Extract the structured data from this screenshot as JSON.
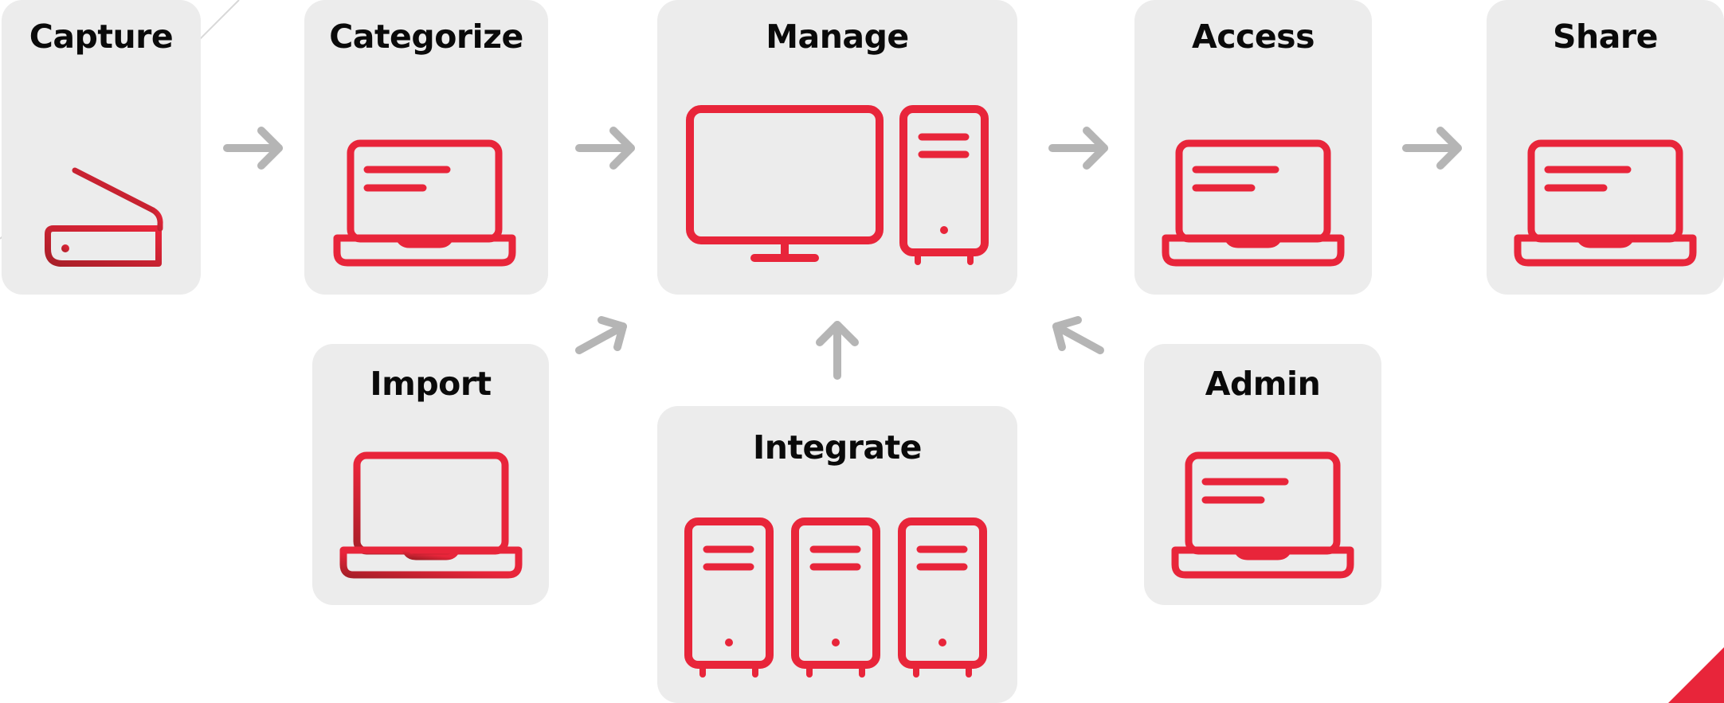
{
  "colors": {
    "accent": "#e8253a",
    "accent_dark": "#b1202b",
    "card_bg": "#ececec",
    "arrow": "#b5b5b5",
    "title": "#0a0a0a"
  },
  "nodes": {
    "capture": {
      "title": "Capture",
      "icon": "scanner-icon"
    },
    "categorize": {
      "title": "Categorize",
      "icon": "laptop-icon"
    },
    "manage": {
      "title": "Manage",
      "icon": "desktop-computer-icon"
    },
    "access": {
      "title": "Access",
      "icon": "laptop-icon"
    },
    "share": {
      "title": "Share",
      "icon": "laptop-icon"
    },
    "import": {
      "title": "Import",
      "icon": "laptop-icon"
    },
    "integrate": {
      "title": "Integrate",
      "icon": "servers-icon"
    },
    "admin": {
      "title": "Admin",
      "icon": "laptop-icon"
    }
  },
  "edges": [
    {
      "from": "Capture",
      "to": "Categorize"
    },
    {
      "from": "Categorize",
      "to": "Manage"
    },
    {
      "from": "Manage",
      "to": "Access"
    },
    {
      "from": "Access",
      "to": "Share"
    },
    {
      "from": "Import",
      "to": "Manage"
    },
    {
      "from": "Integrate",
      "to": "Manage"
    },
    {
      "from": "Admin",
      "to": "Manage"
    }
  ]
}
